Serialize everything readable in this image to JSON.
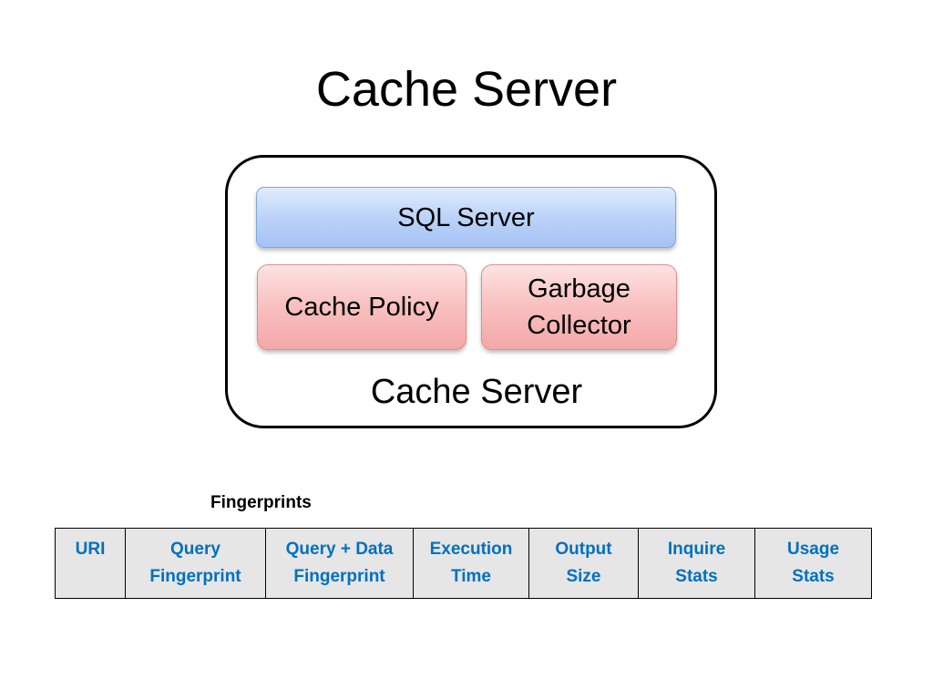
{
  "title": "Cache Server",
  "diagram": {
    "container_label": "Cache Server",
    "top_box": {
      "label": "SQL Server"
    },
    "left_box": {
      "label": "Cache Policy"
    },
    "right_box": {
      "line1": "Garbage",
      "line2": "Collector"
    }
  },
  "table": {
    "caption": "Fingerprints",
    "header_color": "#0070c0",
    "cell_background": "#e6e6e6",
    "columns": [
      {
        "line1": "URI",
        "line2": ""
      },
      {
        "line1": "Query",
        "line2": "Fingerprint"
      },
      {
        "line1": "Query + Data",
        "line2": "Fingerprint"
      },
      {
        "line1": "Execution",
        "line2": "Time"
      },
      {
        "line1": "Output",
        "line2": "Size"
      },
      {
        "line1": "Inquire",
        "line2": "Stats"
      },
      {
        "line1": "Usage",
        "line2": "Stats"
      }
    ]
  },
  "colors": {
    "sql_server_fill": "#bfd5f9",
    "component_fill": "#f9c2c2"
  }
}
